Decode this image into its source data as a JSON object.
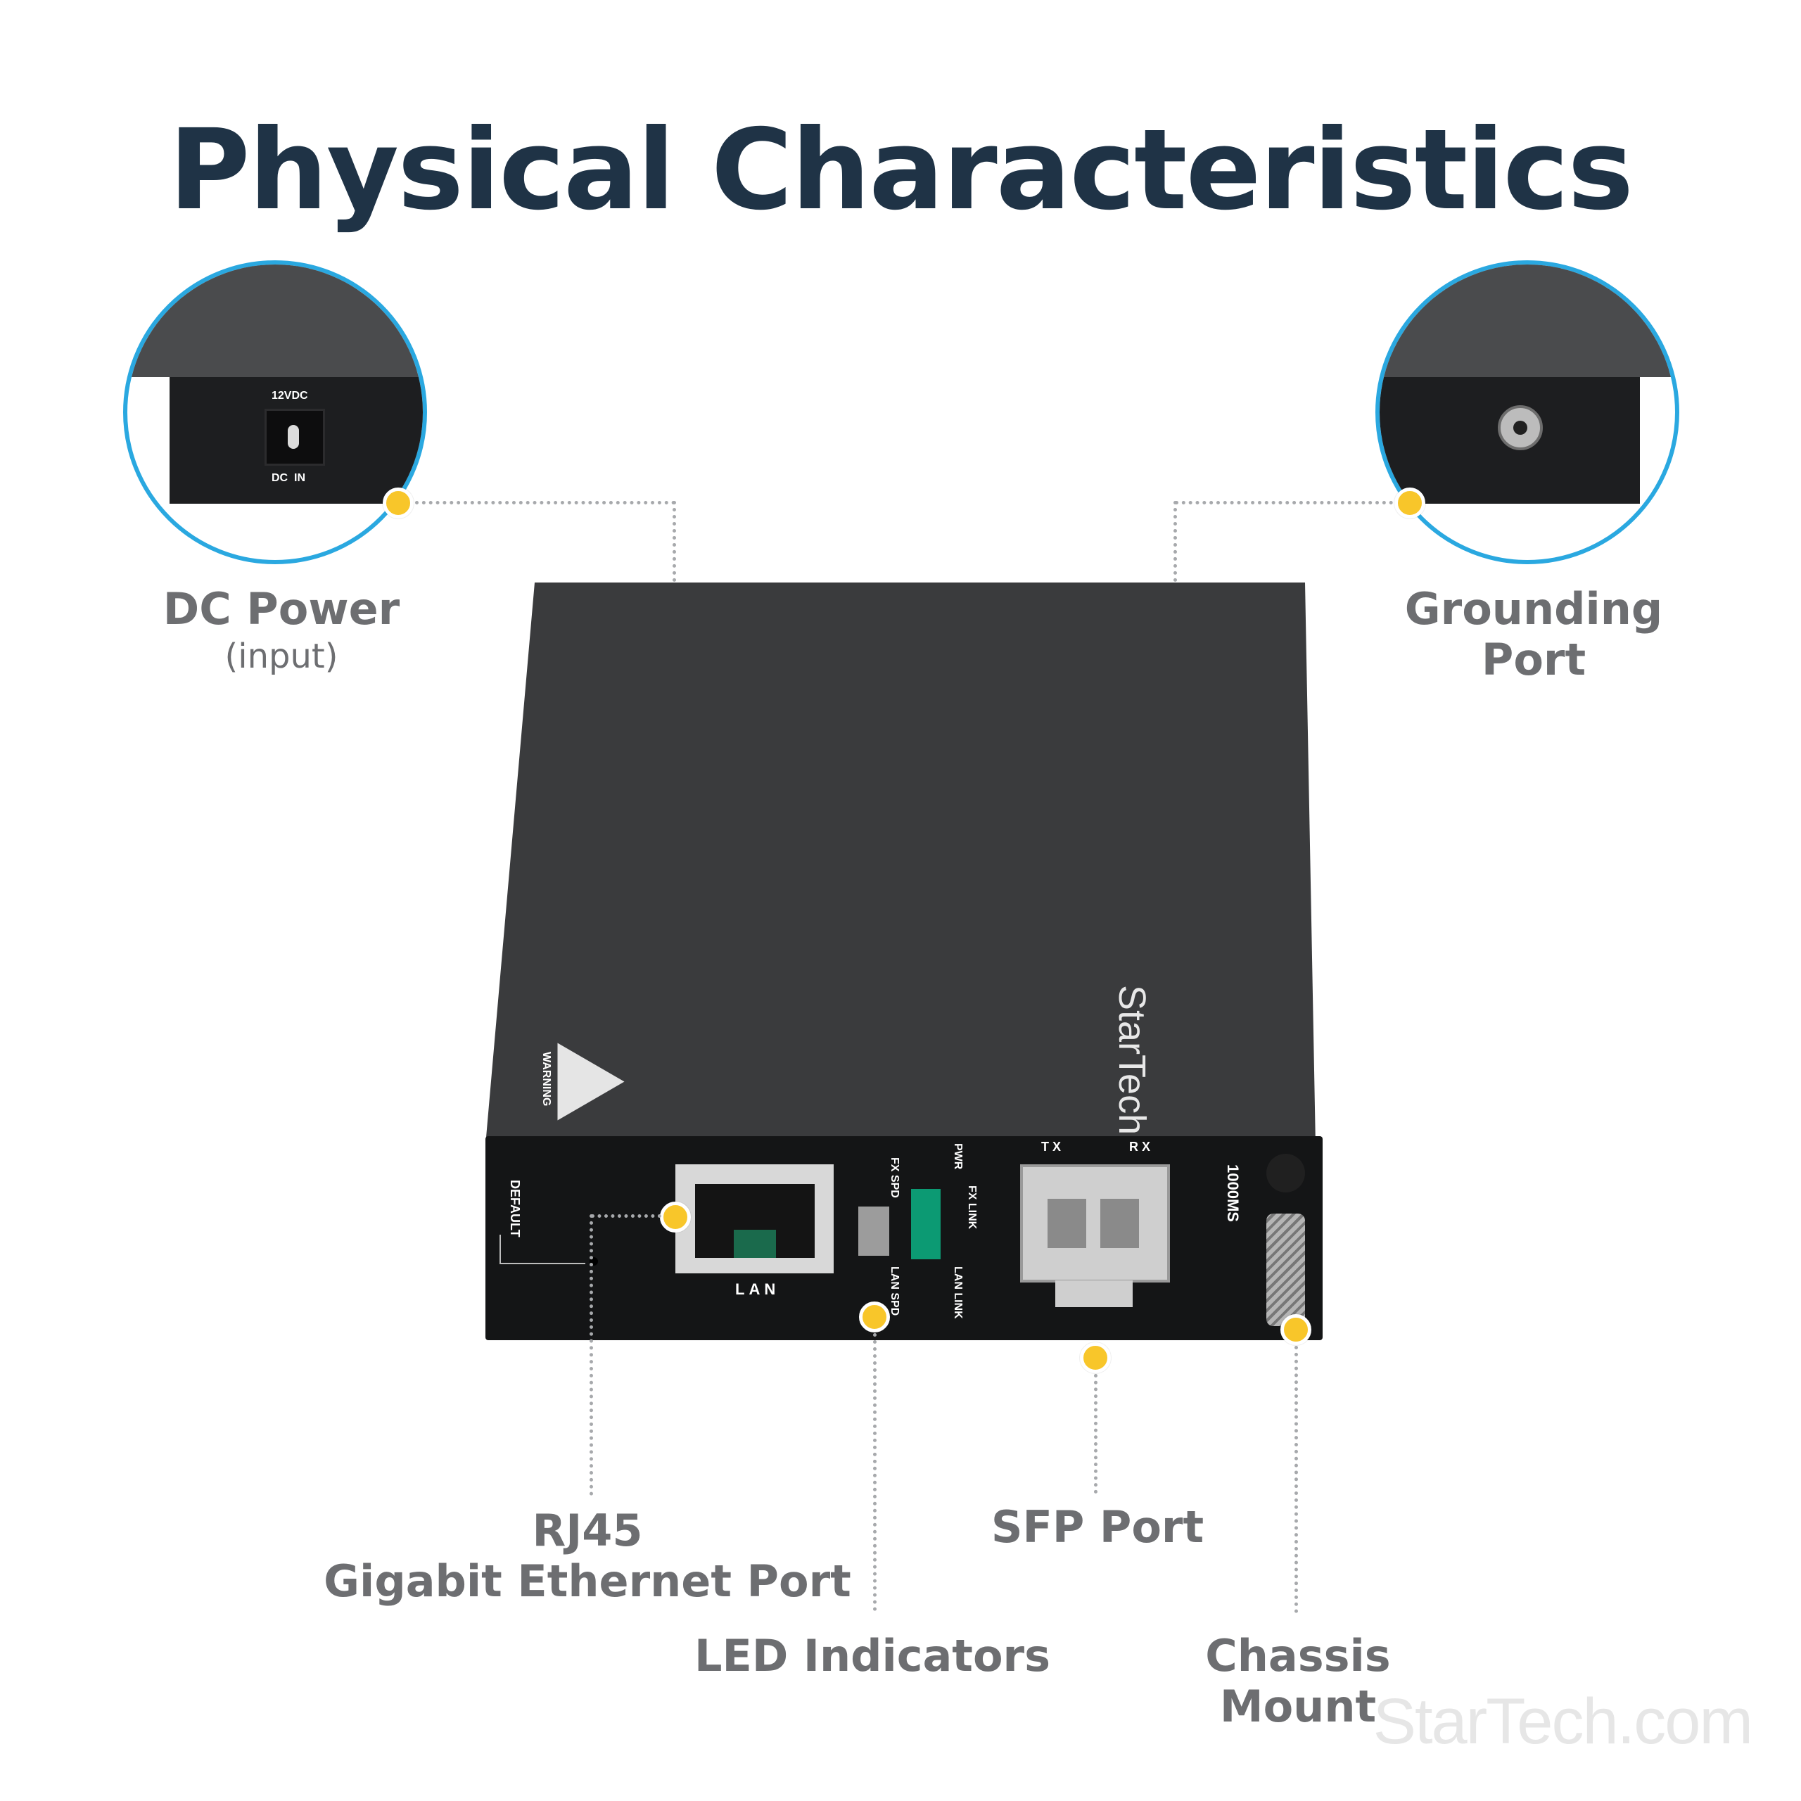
{
  "title": "Physical Characteristics",
  "callouts": {
    "dc_power": {
      "label": "DC Power",
      "sublabel": "(input)"
    },
    "grounding_port": {
      "label_line1": "Grounding",
      "label_line2": "Port"
    },
    "rj45": {
      "label_line1": "RJ45",
      "label_line2": "Gigabit Ethernet Port"
    },
    "sfp_port": {
      "label": "SFP Port"
    },
    "led_indicators": {
      "label": "LED Indicators"
    },
    "chassis_mount": {
      "label": "Chassis Mount"
    }
  },
  "device_markings": {
    "dc_rating": "12VDC",
    "dc_in": "DC  IN",
    "brand": "StarTech.com",
    "warning": "WARNING",
    "default": "DEFAULT",
    "lan": "LAN",
    "fx_spd": "FX SPD",
    "lan_spd": "LAN SPD",
    "pwr": "PWR",
    "fx_link": "FX LINK",
    "lan_link": "LAN LINK",
    "tx": "T X",
    "rx": "R X",
    "model": "1000MS"
  },
  "watermark": "StarTech.com",
  "colors": {
    "accent_circle": "#2aa8e0",
    "callout_dot": "#f8c62a",
    "title": "#1f3346",
    "label": "#6d6e71",
    "device": "#3a3b3d"
  }
}
